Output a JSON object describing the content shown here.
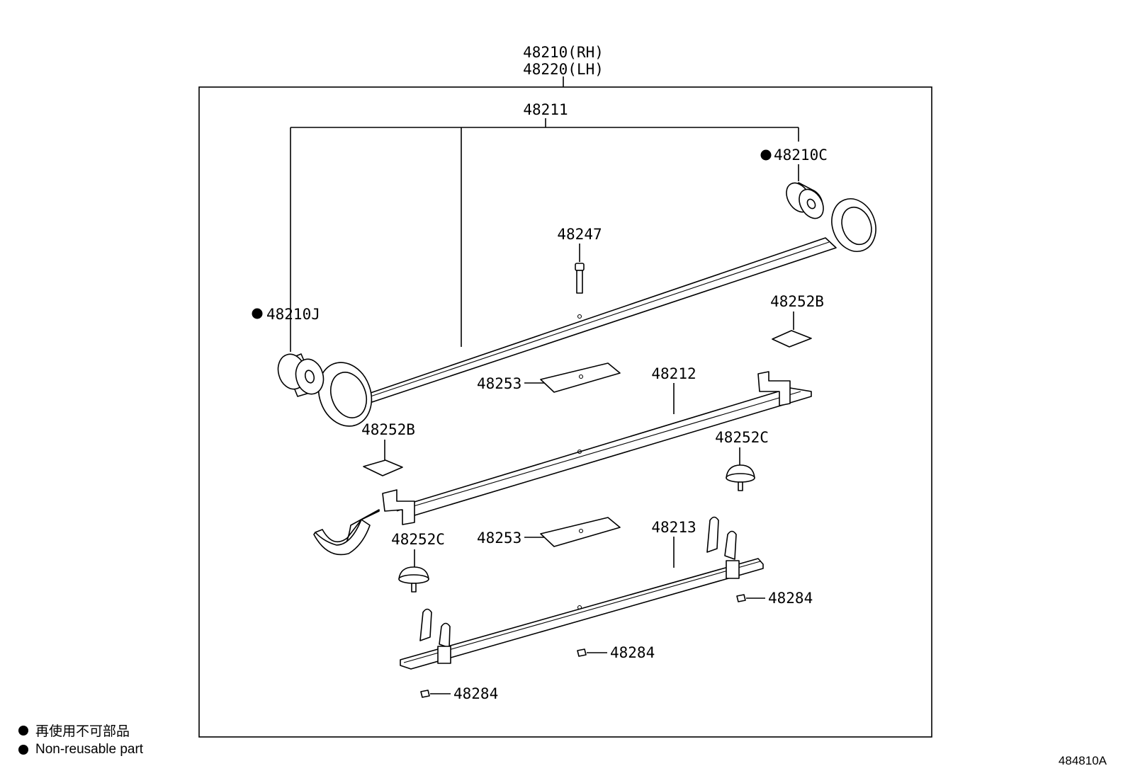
{
  "assembly": {
    "label_rh": "48210(RH)",
    "label_lh": "48220(LH)"
  },
  "parts": {
    "main_leaf": "48211",
    "bushing_front": "48210C",
    "bushing_rear": "48210J",
    "center_bolt": "48247",
    "spacer_upper_right": "48252B",
    "spacer_left": "48252B",
    "insert_upper": "48253",
    "insert_lower": "48253",
    "second_leaf": "48212",
    "bumper_right": "48252C",
    "bumper_left": "48252C",
    "third_leaf": "48213",
    "clip_right": "48284",
    "clip_center": "48284",
    "clip_left": "48284"
  },
  "legend": {
    "japanese": "再使用不可部品",
    "english": "Non-reusable part"
  },
  "reference_code": "484810A",
  "icons": {
    "non_reusable_marker": "filled-circle-icon"
  }
}
